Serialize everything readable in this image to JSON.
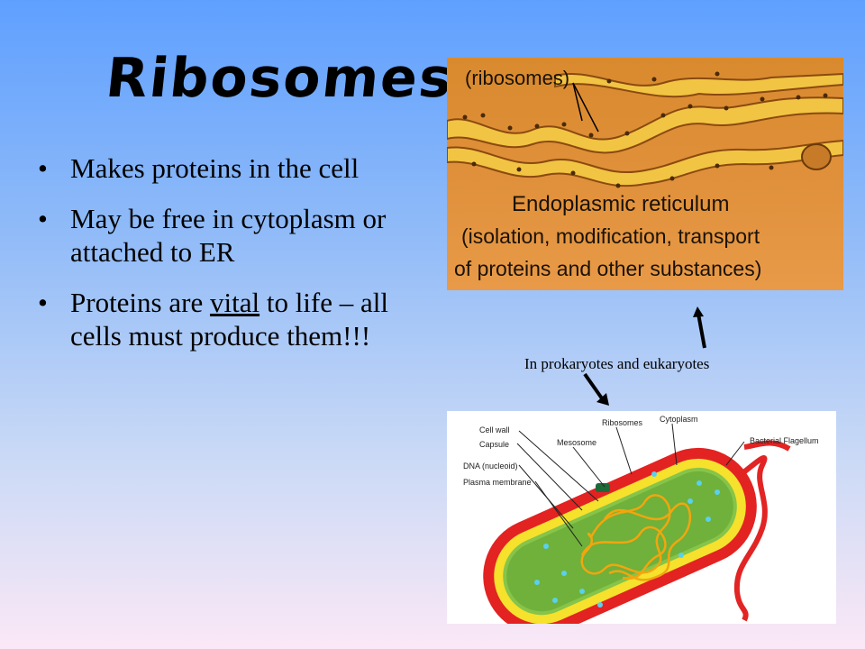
{
  "slide": {
    "title": "Ribosomes",
    "bullets": [
      {
        "pre": "Makes proteins in the cell",
        "u": "",
        "post": ""
      },
      {
        "pre": "May be free in cytoplasm or attached to ER",
        "u": "",
        "post": ""
      },
      {
        "pre": "Proteins are ",
        "u": "vital",
        "post": " to life – all cells must produce them!!!"
      }
    ],
    "bullet_symbol": "•",
    "caption": "In prokaryotes and eukaryotes"
  },
  "er_image": {
    "label_ribosomes": "(ribosomes)",
    "line1": "Endoplasmic reticulum",
    "line2": "(isolation, modification, transport",
    "line3": "of proteins and other substances)"
  },
  "bacterium_image": {
    "labels": {
      "cell_wall": "Cell wall",
      "capsule": "Capsule",
      "dna": "DNA (nucleoid)",
      "plasma": "Plasma membrane",
      "ribosomes": "Ribosomes",
      "mesosome": "Mesosome",
      "cytoplasm": "Cytoplasm",
      "flagellum": "Bacterial Flagellum"
    }
  }
}
